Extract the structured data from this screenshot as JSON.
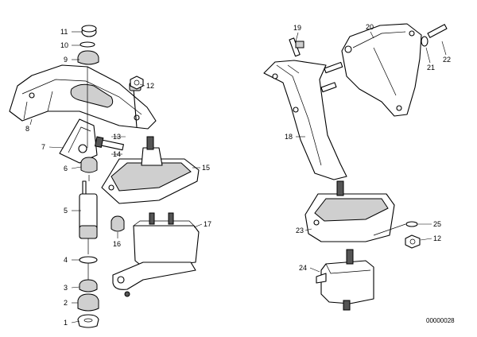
{
  "diagram": {
    "document_number": "00000028",
    "callouts": [
      {
        "id": "c1",
        "text": "1"
      },
      {
        "id": "c2",
        "text": "2"
      },
      {
        "id": "c3",
        "text": "3"
      },
      {
        "id": "c4",
        "text": "4"
      },
      {
        "id": "c5",
        "text": "5"
      },
      {
        "id": "c6",
        "text": "6"
      },
      {
        "id": "c7",
        "text": "7"
      },
      {
        "id": "c8",
        "text": "8"
      },
      {
        "id": "c9",
        "text": "9"
      },
      {
        "id": "c10",
        "text": "10"
      },
      {
        "id": "c11",
        "text": "11"
      },
      {
        "id": "c12a",
        "text": "12"
      },
      {
        "id": "c13",
        "text": "13"
      },
      {
        "id": "c14",
        "text": "14"
      },
      {
        "id": "c15",
        "text": "15"
      },
      {
        "id": "c16",
        "text": "16"
      },
      {
        "id": "c17",
        "text": "17"
      },
      {
        "id": "c18",
        "text": "18"
      },
      {
        "id": "c19",
        "text": "19"
      },
      {
        "id": "c20",
        "text": "20"
      },
      {
        "id": "c21",
        "text": "21"
      },
      {
        "id": "c22",
        "text": "22"
      },
      {
        "id": "c23",
        "text": "23"
      },
      {
        "id": "c24",
        "text": "24"
      },
      {
        "id": "c25",
        "text": "25"
      },
      {
        "id": "c12b",
        "text": "12"
      }
    ]
  }
}
